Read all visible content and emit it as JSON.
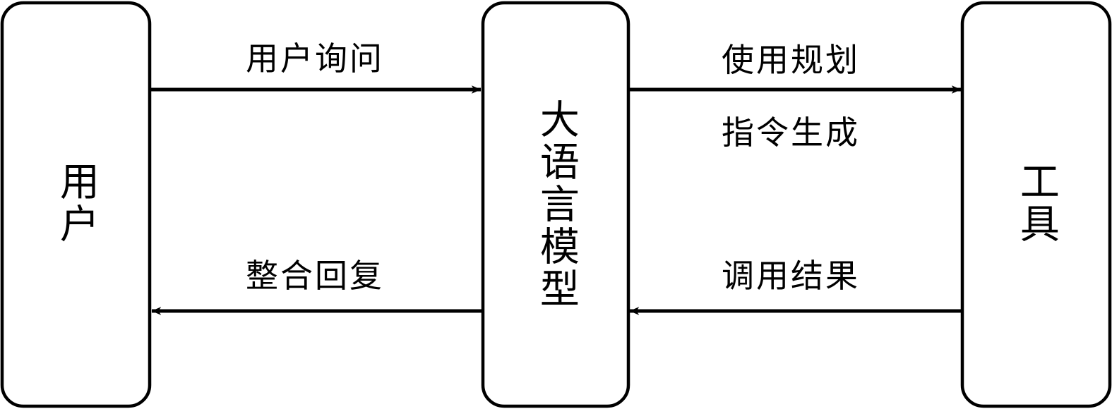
{
  "diagram": {
    "type": "flow-diagram",
    "orientation": "horizontal",
    "background_color": "#ffffff",
    "stroke_color": "#000000",
    "nodes": [
      {
        "id": "user",
        "label": "用户",
        "shape": "rounded-rectangle",
        "text_orientation": "vertical"
      },
      {
        "id": "llm",
        "label": "大语言模型",
        "shape": "rounded-rectangle",
        "text_orientation": "vertical"
      },
      {
        "id": "tool",
        "label": "工具",
        "shape": "rounded-rectangle",
        "text_orientation": "vertical"
      }
    ],
    "edges": [
      {
        "id": "user-to-llm",
        "from": "user",
        "to": "llm",
        "direction": "right",
        "label": "用户询问"
      },
      {
        "id": "llm-to-tool",
        "from": "llm",
        "to": "tool",
        "direction": "right",
        "label_above": "使用规划",
        "label_below": "指令生成"
      },
      {
        "id": "llm-to-user",
        "from": "llm",
        "to": "user",
        "direction": "left",
        "label": "整合回复"
      },
      {
        "id": "tool-to-llm",
        "from": "tool",
        "to": "llm",
        "direction": "left",
        "label": "调用结果"
      }
    ]
  }
}
